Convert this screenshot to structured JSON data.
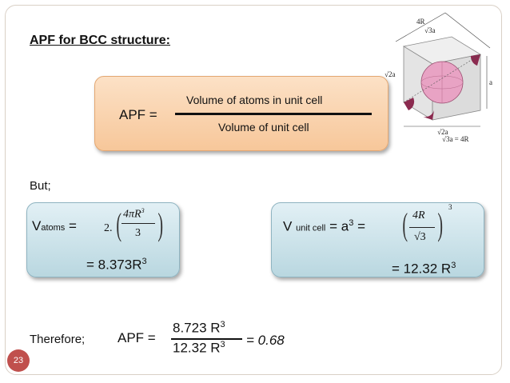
{
  "slide": {
    "title": "APF for BCC structure:",
    "page_number": "23"
  },
  "formula_box": {
    "lhs": "APF =",
    "numerator": "Volume of atoms in unit cell",
    "denominator": "Volume of unit cell"
  },
  "but_label": "But;",
  "v_atoms": {
    "symbol": "V",
    "subscript": "atoms",
    "equals": "=",
    "coefficient": "2.",
    "frac_num": "4πR",
    "frac_num_exp": "3",
    "frac_den": "3",
    "result": "= 8.373R",
    "result_exp": "3"
  },
  "v_unit_cell": {
    "symbol": "V",
    "subscript": "unit cell",
    "equals1": "=",
    "a": "a",
    "a_exp": "3",
    "equals2": "=",
    "frac_num": "4R",
    "frac_den": "√3",
    "outer_exp": "3",
    "result": "= 12.32 R",
    "result_exp": "3"
  },
  "conclusion": {
    "therefore": "Therefore;",
    "lhs": "APF =",
    "num": "8.723 R",
    "num_exp": "3",
    "den": "12.32 R",
    "den_exp": "3",
    "answer": "= 0.68"
  },
  "diagram": {
    "labels": {
      "top": "4R",
      "top2": "√3a",
      "left": "√2a",
      "side": "a",
      "bottom": "√2a",
      "bottom2": "√3a = 4R"
    },
    "colors": {
      "atom": "#e8a3c4",
      "corner": "#8b2a4f",
      "cube": "#d6d6d6"
    }
  }
}
